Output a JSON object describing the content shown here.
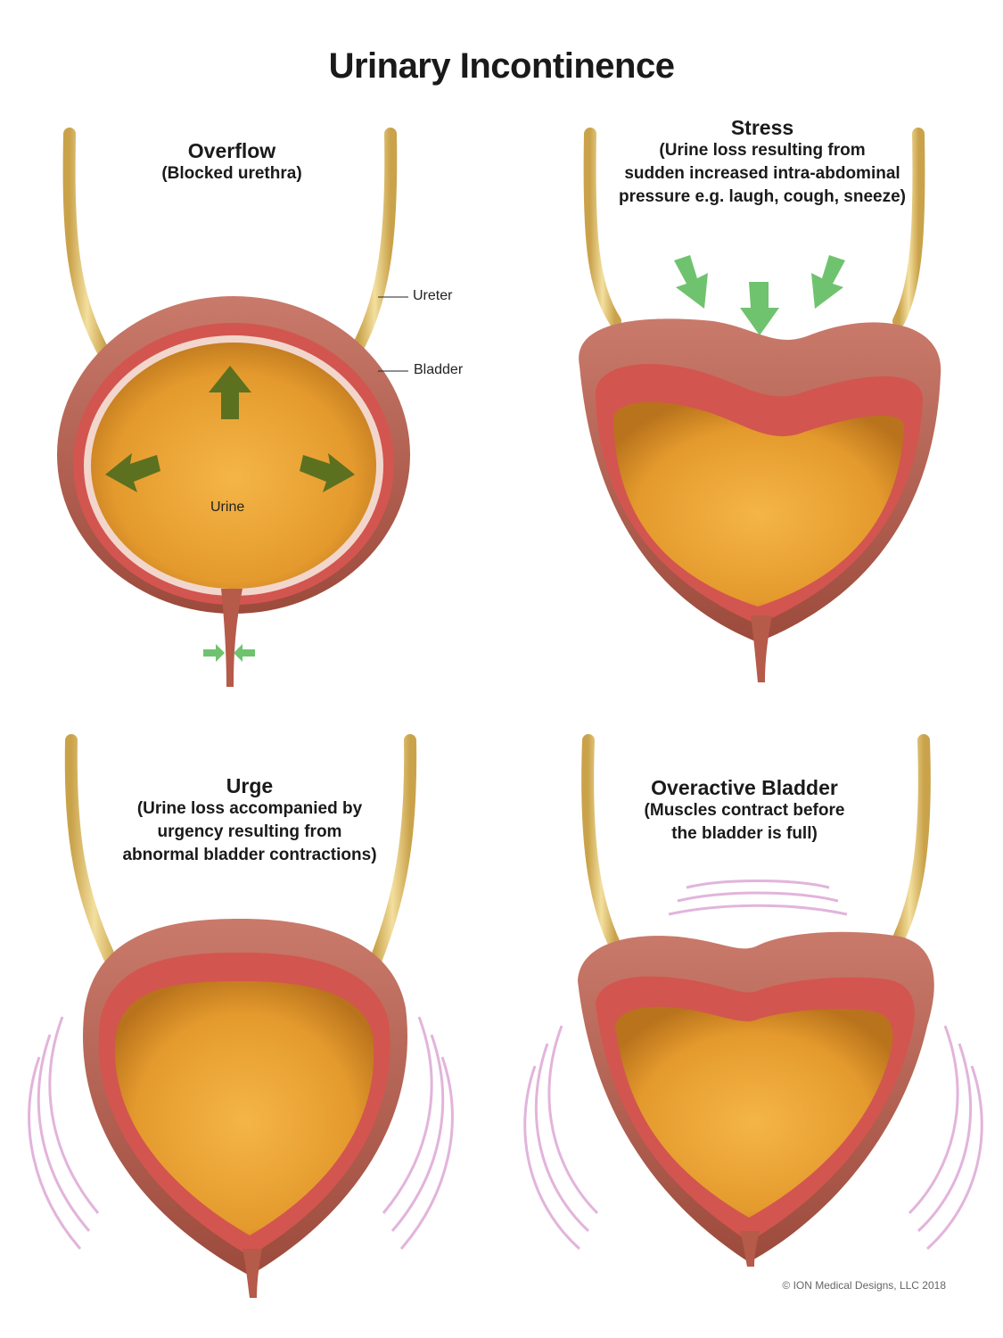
{
  "title": "Urinary Incontinence",
  "panels": [
    {
      "title": "Overflow",
      "subtitle": "(Blocked urethra)"
    },
    {
      "title": "Stress",
      "subtitle": "(Urine loss resulting from\nsudden increased intra-abdominal\npressure e.g. laugh, cough, sneeze)"
    },
    {
      "title": "Urge",
      "subtitle": "(Urine loss accompanied by\nurgency resulting from\nabnormal bladder contractions)"
    },
    {
      "title": "Overactive Bladder",
      "subtitle": "(Muscles contract before\nthe bladder is full)"
    }
  ],
  "labels": {
    "ureter": "Ureter",
    "bladder": "Bladder",
    "urine": "Urine"
  },
  "copyright": "© ION Medical Designs, LLC 2018",
  "colors": {
    "urine": "#e39a2e",
    "bladder_wall": "#b65a4a",
    "muscle": "#c94b4b",
    "ureter": "#e2c87a",
    "arrow_dark_green": "#4d6b1e",
    "arrow_light_green": "#6fc36f",
    "contraction_waves": "#c05bb0"
  }
}
